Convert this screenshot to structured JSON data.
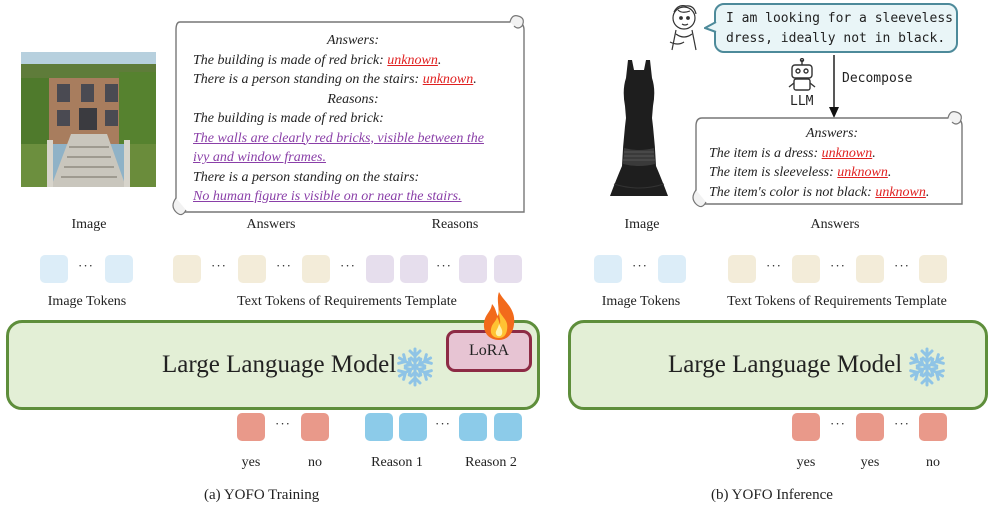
{
  "training": {
    "image_label": "Image",
    "answers_label": "Answers",
    "reasons_label": "Reasons",
    "image_tokens_label": "Image Tokens",
    "text_tokens_label": "Text Tokens of Requirements Template",
    "llm_label": "Large Language Model",
    "lora_label": "LoRA",
    "outputs": [
      "yes",
      "no",
      "Reason 1",
      "Reason 2"
    ],
    "caption": "(a) YOFO Training",
    "scroll": {
      "answers_title": "Answers:",
      "ans1_prefix": "The building is made of red brick: ",
      "ans1_value": "unknown",
      "ans2_prefix": "There is a person standing on the stairs: ",
      "ans2_value": "unknown",
      "reasons_title": "Reasons:",
      "r1_head": "The building is made of red brick:",
      "r1_line1": "The walls are clearly red bricks, visible between the",
      "r1_line2": "ivy and window frames.",
      "r2_head": "There is a person standing on the stairs:",
      "r2_line1": "No human figure is visible on or near the stairs."
    }
  },
  "inference": {
    "query": [
      "I am looking for a sleeveless",
      "dress, ideally not in black."
    ],
    "decompose_label": "Decompose",
    "llm_small_label": "LLM",
    "image_label": "Image",
    "answers_label": "Answers",
    "image_tokens_label": "Image Tokens",
    "text_tokens_label": "Text Tokens of Requirements Template",
    "llm_label": "Large Language Model",
    "outputs": [
      "yes",
      "yes",
      "no"
    ],
    "caption": "(b) YOFO Inference",
    "scroll": {
      "answers_title": "Answers:",
      "a1_prefix": "The item is a dress: ",
      "a1_value": "unknown",
      "a2_prefix": "The item is sleeveless: ",
      "a2_value": "unknown",
      "a3_prefix": "The item's color is not black: ",
      "a3_value": "unknown"
    }
  },
  "colors": {
    "llm_fill": "#e3efd6",
    "llm_border": "#5e8e3b",
    "lora_fill": "#e7c4d3",
    "lora_border": "#8d2b45",
    "answer_red": "#e02020",
    "reason_purple": "#8a3fa8"
  },
  "icons": [
    "snowflake-icon",
    "fire-icon",
    "person-sketch-icon",
    "robot-icon"
  ]
}
